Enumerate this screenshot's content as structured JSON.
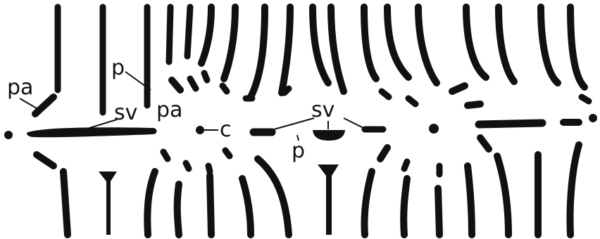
{
  "figure": {
    "labels": {
      "pa_left": "pa",
      "p_upper": "p",
      "sv_left": "sv",
      "pa_center": "pa",
      "c": "c",
      "sv_right": "sv",
      "p_lower": "p"
    },
    "colors": {
      "ink": "#111111",
      "background": "#ffffff"
    }
  }
}
